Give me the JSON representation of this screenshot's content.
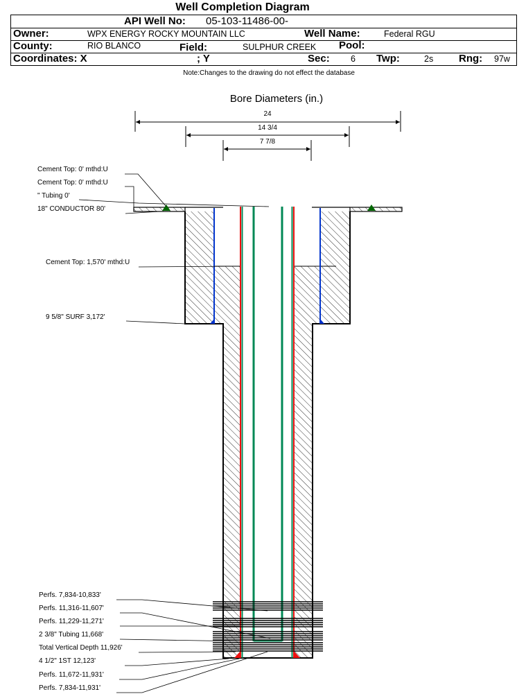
{
  "title": "Well Completion Diagram",
  "header": {
    "api_label": "API Well No:",
    "api_value": "05-103-11486-00-",
    "owner_label": "Owner:",
    "owner_value": "WPX ENERGY ROCKY MOUNTAIN LLC",
    "well_name_label": "Well Name:",
    "well_name_value": "Federal RGU",
    "county_label": "County:",
    "county_value": "RIO BLANCO",
    "field_label": "Field:",
    "field_value": "SULPHUR CREEK",
    "pool_label": "Pool:",
    "coords_label": "Coordinates: X",
    "y_label": "; Y",
    "sec_label": "Sec:",
    "sec_value": "6",
    "twp_label": "Twp:",
    "twp_value": "2s",
    "rng_label": "Rng:",
    "rng_value": "97w"
  },
  "note": "Note:Changes to the drawing do not effect the database",
  "bore_title": "Bore Diameters (in.)",
  "dimensions": [
    "24",
    "14 3/4",
    "7 7/8"
  ],
  "callouts_top": [
    "Cement Top: 0' mthd:U",
    "Cement Top: 0' mthd:U",
    "\" Tubing 0'",
    "18\" CONDUCTOR  80'",
    "Cement Top: 1,570' mthd:U",
    "9 5/8\" SURF       3,172'"
  ],
  "callouts_bottom": [
    "Perfs. 7,834-10,833'",
    "Perfs. 11,316-11,607'",
    "Perfs. 11,229-11,271'",
    "2 3/8\" Tubing 11,668'",
    "Total Vertical Depth 11,926'",
    "4 1/2\" 1ST        12,123'",
    "Perfs. 11,672-11,931'",
    "Perfs. 7,834-11,931'"
  ],
  "colors": {
    "surface_casing": "#0033cc",
    "production_casing": "#ee1111",
    "tubing": "#008855",
    "cement_top": "#006600"
  }
}
